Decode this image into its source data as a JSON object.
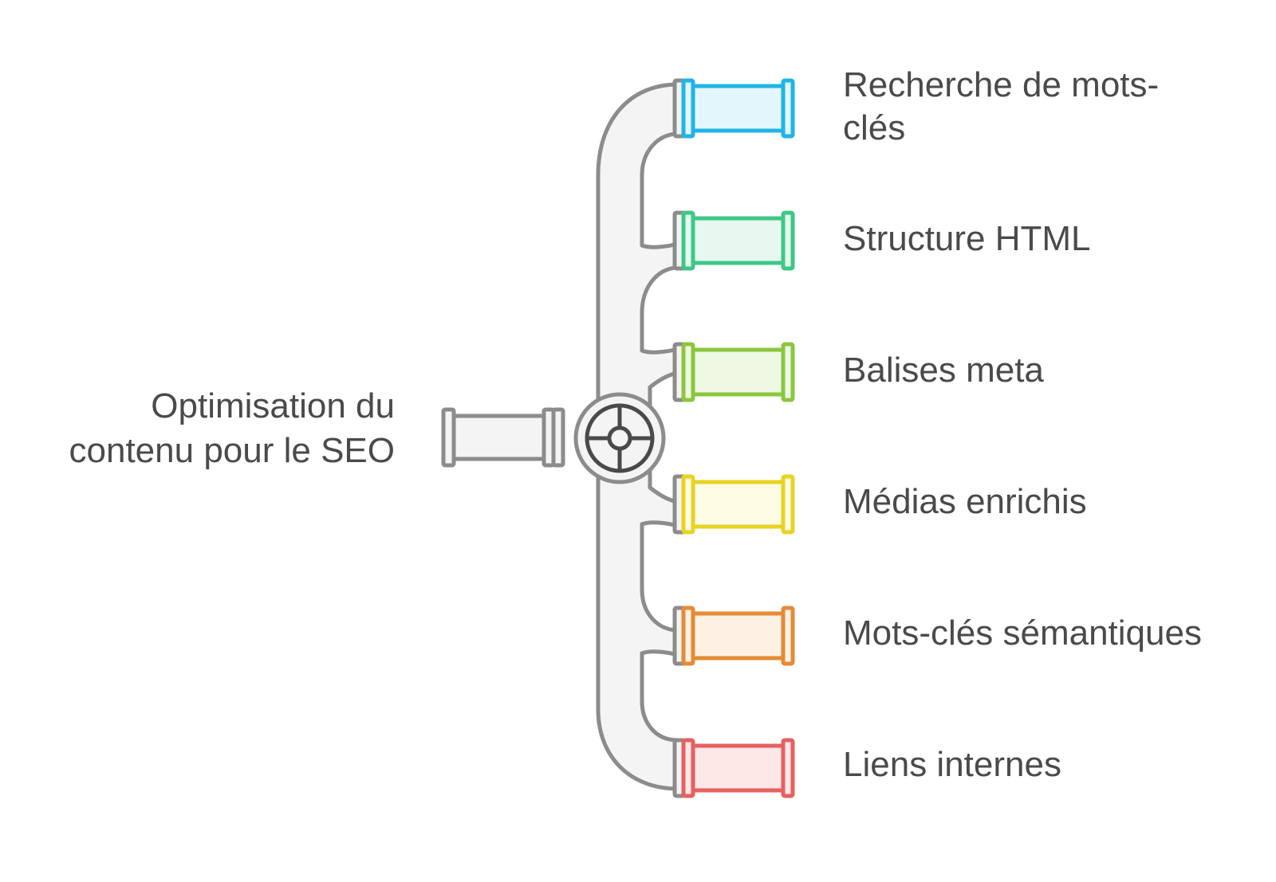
{
  "source": {
    "label": "Optimisation du\ncontenu pour le SEO"
  },
  "branches": [
    {
      "label": "Recherche de mots-\nclés",
      "stroke": "#1fb4e6",
      "fill": "#e3f6fc"
    },
    {
      "label": "Structure HTML",
      "stroke": "#3ec787",
      "fill": "#e6f8ef"
    },
    {
      "label": "Balises meta",
      "stroke": "#8cc63f",
      "fill": "#eef8e3"
    },
    {
      "label": "Médias enrichis",
      "stroke": "#e8d324",
      "fill": "#fcfbe4"
    },
    {
      "label": "Mots-clés sémantiques",
      "stroke": "#e58a36",
      "fill": "#fdf1e4"
    },
    {
      "label": "Liens internes",
      "stroke": "#e85f5f",
      "fill": "#fde7e7"
    }
  ],
  "colors": {
    "pipe_stroke": "#8c8c8c",
    "pipe_fill": "#f4f4f4",
    "valve_stroke": "#4a4a4a",
    "text": "#4a4a4a"
  }
}
